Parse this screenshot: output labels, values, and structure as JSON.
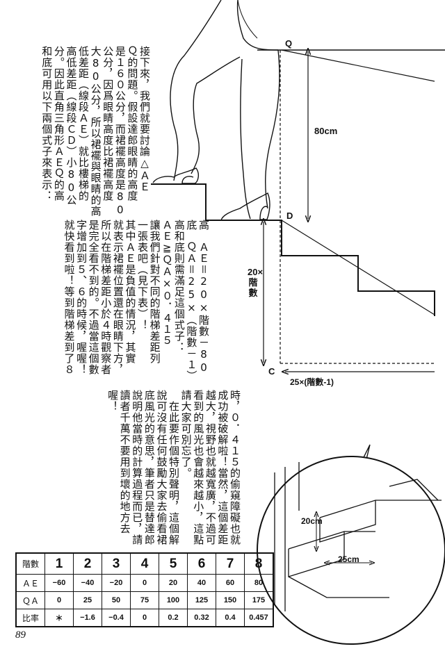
{
  "text_blocks": {
    "block1": "接下來，我們就要討論△ＡＥ\nＱ的問題。假設達郎眼睛的高度\n是１６０公分，而裙襬高度是80\n公分，因爲眼睛高度比裙襬高度\n大80公分，所以裙襬與眼睛的高\n低差距（線段ＡＥ）就比樓梯的\n高低差距（線段ＣＤ）小80公\n分。因此直角三角形ＡＥＱ的高\n和底可用以下兩個式子來表示：",
    "block2": "高　ＡＥ＝20×階數－80\n底　ＱＡ＝25×（階數－１）\n高和底則需滿足這個式子：\nＡＥ≧ＱＡ×０．４１５\n讓我們針對不同的階梯差距列\n一張表吧（見下表）！\n其中ＡＥ是負值的情況，其實\n就表示裙襬位置還在眼睛下方，\n所以在階梯差距小於４時觀察者\n是完全看不到的。不過當這個數\n字增加到５、６的時候，喔喔！\n就快看到啦！等到階梯差到了８",
    "block3": "時，０．４１５的偷窺障礙也就\n成功被破解啦！當然，這個差距\n越大，視野也就越寬廣，不過可\n看到的風光也會越來越小，這點\n請大家可別忘了。\n　在此要作個特別聲明，這個解\n說可沒有任何鼓勵大家去偷看裙\n底風光的意思，筆者只是替達郎\n說明他當時的計算過程而已，請\n讀者千萬不要用到壞的地方去\n喔！"
  },
  "diagram": {
    "label_q": "Q",
    "label_d": "D",
    "label_c": "C",
    "label_80cm": "80cm",
    "label_rise": "20×階數",
    "label_run": "25×(階數-1)",
    "inset_rise": "20cm",
    "inset_run": "25cm"
  },
  "table": {
    "header_label": "階數",
    "steps": [
      "1",
      "2",
      "3",
      "4",
      "5",
      "6",
      "7",
      "8"
    ],
    "rows": [
      {
        "label": "ＡＥ",
        "values": [
          "−60",
          "−40",
          "−20",
          "0",
          "20",
          "40",
          "60",
          "80"
        ]
      },
      {
        "label": "ＱＡ",
        "values": [
          "0",
          "25",
          "50",
          "75",
          "100",
          "125",
          "150",
          "175"
        ]
      },
      {
        "label": "比率",
        "values": [
          "＊",
          "−1.6",
          "−0.4",
          "0",
          "0.2",
          "0.32",
          "0.4",
          "0.457"
        ]
      }
    ]
  },
  "page_number": "89"
}
